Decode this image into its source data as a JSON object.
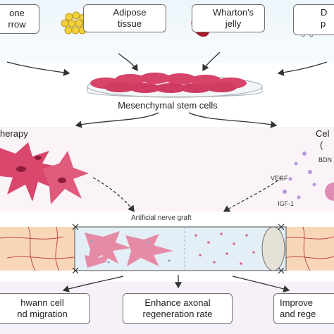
{
  "sources": {
    "bone_marrow": [
      "one",
      "rrow"
    ],
    "adipose": [
      "Adipose",
      "tissue"
    ],
    "wharton": [
      "Wharton's",
      "jelly"
    ],
    "dental": [
      "D",
      "p"
    ]
  },
  "center_label": "Mesenchymal stem cells",
  "left_label": "herapy",
  "right_label": [
    "Cel",
    "("
  ],
  "factors": [
    "BDN",
    "VEGF",
    "IGF-1"
  ],
  "graft_label": "Artificial nerve graft",
  "outcomes": [
    [
      "hwann cell",
      "nd migration"
    ],
    [
      "Enhance axonal",
      "regeneration rate"
    ],
    [
      "Improve",
      "and rege"
    ]
  ]
}
